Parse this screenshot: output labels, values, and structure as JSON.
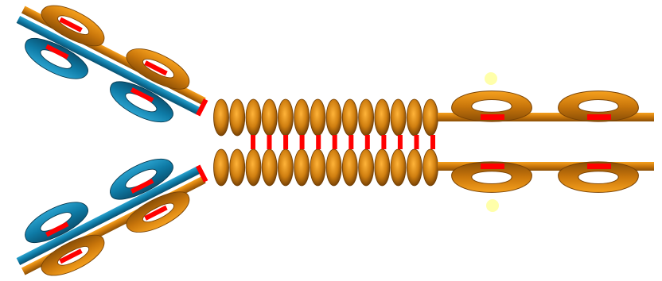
{
  "diagram": {
    "type": "antibody-schematic",
    "colors": {
      "heavy_chain": "#C9760B",
      "heavy_chain_light": "#F6A11E",
      "heavy_chain_dark": "#8A4E06",
      "light_chain": "#0E7AA5",
      "light_chain_light": "#2BA3CF",
      "light_chain_dark": "#0A4F6E",
      "disulfide_bond": "#FF0000",
      "glycan": "#FFFFAA",
      "background": "#FFFFFF"
    },
    "arms": [
      {
        "name": "upper-fab-arm",
        "heavy_domains": 2,
        "light_domains": 2
      },
      {
        "name": "lower-fab-arm",
        "heavy_domains": 2,
        "light_domains": 2
      }
    ],
    "hinge": {
      "disulfide_bonds": 12,
      "beads_per_chain": 14
    },
    "fc": {
      "domains_per_chain": 2,
      "glycans": 2
    }
  }
}
